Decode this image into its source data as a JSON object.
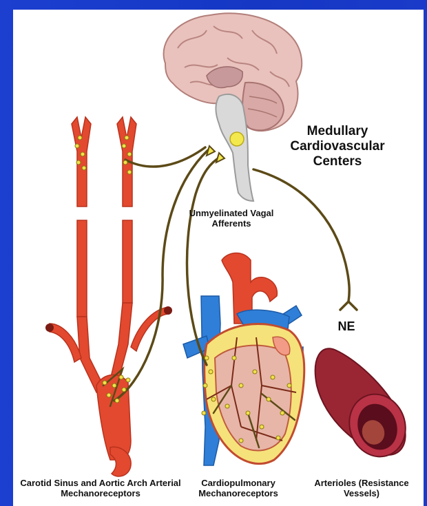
{
  "labels": {
    "medullary": "Medullary Cardiovascular Centers",
    "unmyelinated": "Unmyelinated Vagal Afferents",
    "ne": "NE",
    "carotid": "Carotid Sinus and Aortic Arch Arterial Mechanoreceptors",
    "cardiopulmonary": "Cardiopulmonary Mechanoreceptors",
    "arterioles": "Arterioles (Resistance Vessels)"
  },
  "colors": {
    "background_frame": "#1c3fd0",
    "panel": "#ffffff",
    "artery": "#e2492f",
    "vein": "#2f7fd8",
    "nerve": "#5a4a16",
    "receptor_dot": "#f2e14a",
    "brain": "#e9c4bf",
    "brainstem": "#d8d8d8",
    "vessel_dark": "#8d1f2c"
  },
  "icons": [
    "brain-illustration",
    "carotid-arteries-illustration",
    "heart-illustration",
    "arteriole-illustration"
  ]
}
